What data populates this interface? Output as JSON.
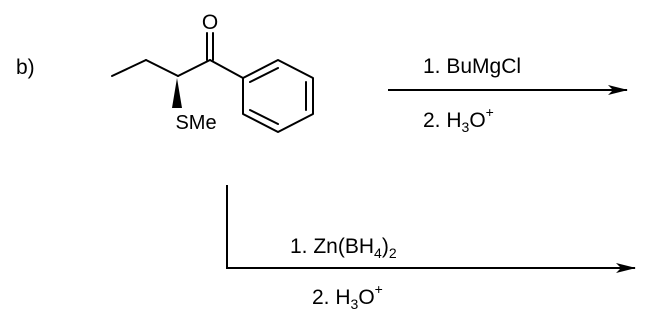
{
  "part_label": "b)",
  "molecule": {
    "carbonyl_oxygen": "O",
    "substituent": "SMe"
  },
  "reaction_1": {
    "step1": "1. BuMgCl",
    "step2_prefix": "2. H",
    "step2_sub": "3",
    "step2_mid": "O",
    "step2_sup": "+"
  },
  "reaction_2": {
    "step1_prefix": "1. Zn(BH",
    "step1_sub": "4",
    "step1_suffix": ")",
    "step1_sub2": "2",
    "step2_prefix": "2. H",
    "step2_sub": "3",
    "step2_mid": "O",
    "step2_sup": "+"
  }
}
